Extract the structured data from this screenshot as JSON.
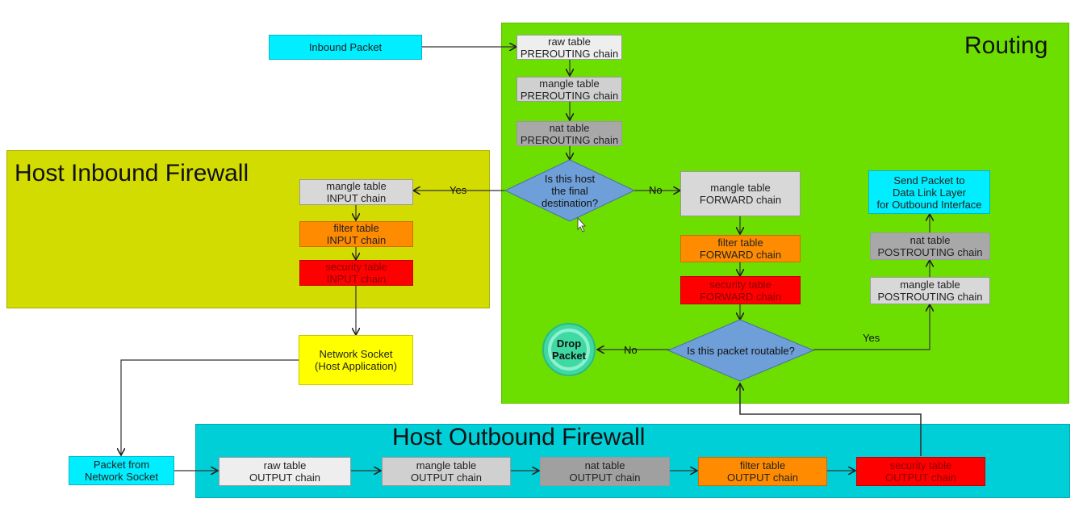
{
  "regions": {
    "routing": "Routing",
    "host_inbound": "Host Inbound Firewall",
    "host_outbound": "Host Outbound Firewall"
  },
  "inbound_packet": "Inbound Packet",
  "routing": {
    "raw_prerouting": [
      "raw table",
      "PREROUTING chain"
    ],
    "mangle_prerouting": [
      "mangle table",
      "PREROUTING chain"
    ],
    "nat_prerouting": [
      "nat table",
      "PREROUTING chain"
    ],
    "decision_final": [
      "Is this host",
      "the final",
      "destination?"
    ],
    "mangle_forward": [
      "mangle table",
      "FORWARD chain"
    ],
    "filter_forward": [
      "filter table",
      "FORWARD chain"
    ],
    "security_forward": [
      "security table",
      "FORWARD chain"
    ],
    "decision_routable": "Is this packet routable?",
    "drop_packet": [
      "Drop",
      "Packet"
    ],
    "mangle_postrouting": [
      "mangle table",
      "POSTROUTING chain"
    ],
    "nat_postrouting": [
      "nat table",
      "POSTROUTING chain"
    ],
    "send_packet": [
      "Send Packet to",
      "Data Link Layer",
      "for Outbound Interface"
    ]
  },
  "inbound_fw": {
    "mangle_input": [
      "mangle table",
      "INPUT chain"
    ],
    "filter_input": [
      "filter table",
      "INPUT chain"
    ],
    "security_input": [
      "security table",
      "INPUT chain"
    ]
  },
  "network_socket": [
    "Network Socket",
    "(Host Application)"
  ],
  "packet_from_socket": [
    "Packet from",
    "Network Socket"
  ],
  "outbound_fw": {
    "raw_output": [
      "raw table",
      "OUTPUT chain"
    ],
    "mangle_output": [
      "mangle table",
      "OUTPUT chain"
    ],
    "nat_output": [
      "nat table",
      "OUTPUT chain"
    ],
    "filter_output": [
      "filter table",
      "OUTPUT chain"
    ],
    "security_output": [
      "security table",
      "OUTPUT chain"
    ]
  },
  "edge_labels": {
    "yes_input": "Yes",
    "no_forward": "No",
    "no_drop": "No",
    "yes_post": "Yes"
  },
  "colors": {
    "routing_bg": "#6ddf00",
    "inbound_bg": "#d3dc00",
    "outbound_bg": "#00cfd8",
    "cyan_box": "#00eeff",
    "light_gray": "#d8d8d8",
    "mid_gray": "#a8a8a8",
    "orange": "#ff8c00",
    "red": "#ff0000",
    "yellow": "#ffff00",
    "diamond": "#6f9fd8"
  }
}
